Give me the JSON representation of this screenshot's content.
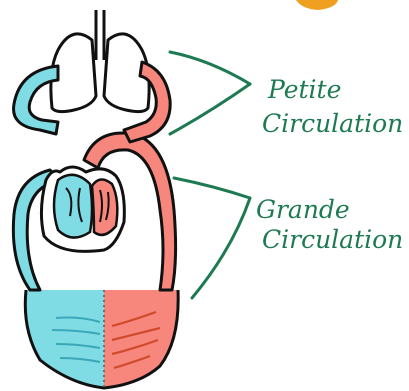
{
  "labels": {
    "petite_line1": "Petite",
    "petite_line2": "Circulation",
    "grande_line1": "Grande",
    "grande_line2": "Circulation"
  },
  "colors": {
    "deoxygenated": "#7fdbe4",
    "oxygenated": "#f7877c",
    "outline": "#111111",
    "label": "#1e7a52",
    "accent": "#f0a020"
  }
}
